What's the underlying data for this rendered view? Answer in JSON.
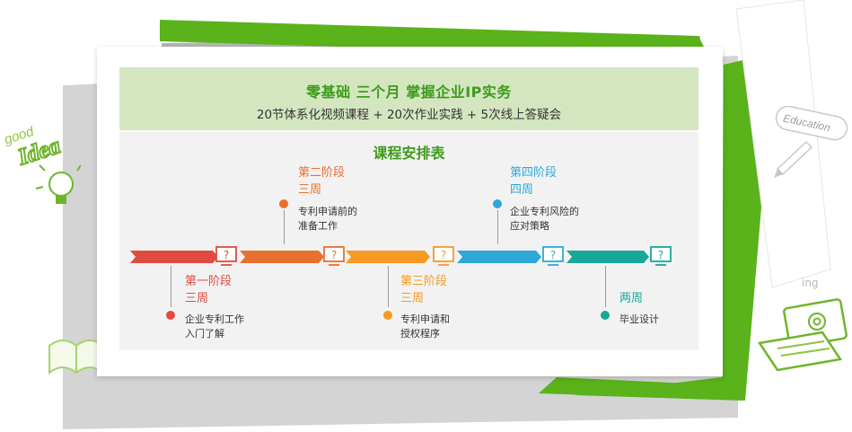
{
  "header": {
    "title": "零基础   三个月   掌握企业IP实务",
    "subtitle": "20节体系化视频课程 + 20次作业实践 + 5次线上答疑会"
  },
  "schedule": {
    "title": "课程安排表",
    "stages": [
      {
        "label": "第一阶段",
        "duration": "三周",
        "desc_lines": [
          "企业专利工作",
          "入门了解"
        ],
        "color": "#e04b3f"
      },
      {
        "label": "第二阶段",
        "duration": "三周",
        "desc_lines": [
          "专利申请前的",
          "准备工作"
        ],
        "color": "#e8702f"
      },
      {
        "label": "第三阶段",
        "duration": "三周",
        "desc_lines": [
          "专利申请和",
          "授权程序"
        ],
        "color": "#f59a23"
      },
      {
        "label": "第四阶段",
        "duration": "四周",
        "desc_lines": [
          "企业专利风险的",
          "应对策略"
        ],
        "color": "#2ea8d8"
      },
      {
        "label": "",
        "duration": "两周",
        "desc_lines": [
          "毕业设计"
        ],
        "color": "#17a89a"
      }
    ]
  },
  "decorations": {
    "left_doodle_words": [
      "good",
      "Idea"
    ],
    "right_doodle_word": "Education",
    "right_fragment": "ing",
    "icons": [
      "lightbulb-icon",
      "book-icon",
      "pencil-icon",
      "laptop-icon",
      "at-sign-icon"
    ]
  },
  "colors": {
    "accent_green": "#3d9b1a",
    "header_bg": "#d4e6c0",
    "content_bg": "#f2f2f2",
    "stage1": "#e04b3f",
    "stage2": "#e8702f",
    "stage3": "#f59a23",
    "stage4": "#2ea8d8",
    "stage5": "#17a89a"
  }
}
